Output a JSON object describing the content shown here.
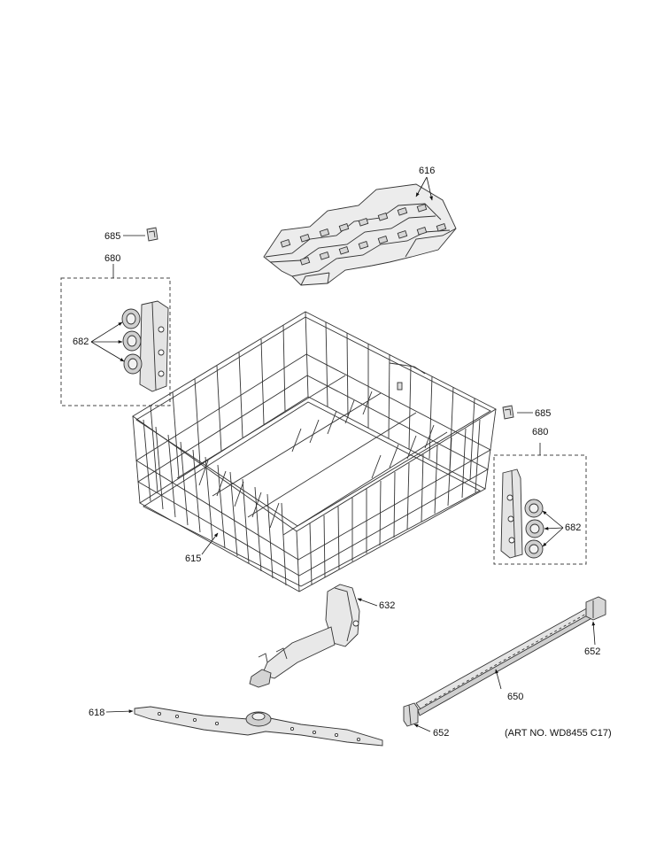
{
  "callouts": {
    "c616": "616",
    "c685a": "685",
    "c680a": "680",
    "c682a": "682",
    "c685b": "685",
    "c680b": "680",
    "c682b": "682",
    "c615": "615",
    "c632": "632",
    "c652a": "652",
    "c650": "650",
    "c618": "618",
    "c652b": "652"
  },
  "art_number": "(ART NO. WD8455 C17)",
  "colors": {
    "line": "#333333",
    "light_fill": "#e6e6e6",
    "mid_fill": "#c8c8c8"
  }
}
